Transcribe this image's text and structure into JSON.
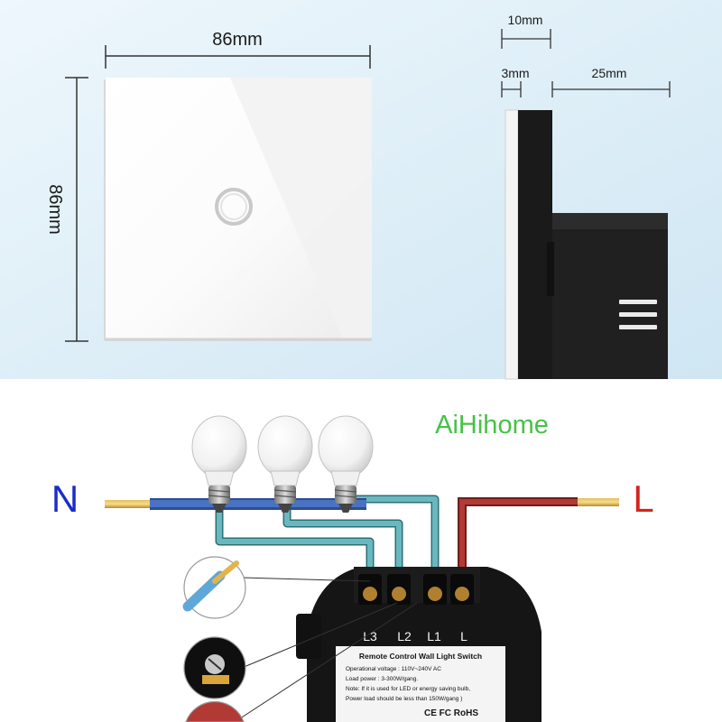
{
  "dimensions": {
    "width_label": "86mm",
    "height_label": "86mm",
    "depth_total_label": "10mm",
    "glass_thickness_label": "3mm",
    "box_depth_label": "25mm"
  },
  "brand": "AiHihome",
  "neutral_label": "N",
  "live_label": "L",
  "terminals": [
    "L3",
    "L2",
    "L1",
    "L"
  ],
  "module_label": {
    "title": "Remote Control Wall Light Switch",
    "lines": [
      "Operational voltage : 110V~240V AC",
      "Load power : 3-300W/gang.",
      "Note: If it is used for LED or energy saving bulb,",
      "Power load should be less than 150W/gang )"
    ],
    "certs": "CE FC RoHS"
  },
  "colors": {
    "top_background": "#e3f2fa",
    "neutral_wire": "#3d66b4",
    "live_wire": "#a8342f",
    "load_wire": "#5fb0b8",
    "brand": "#46c246",
    "neutral_label": "#1b2cc8",
    "live_label": "#d4251c"
  }
}
